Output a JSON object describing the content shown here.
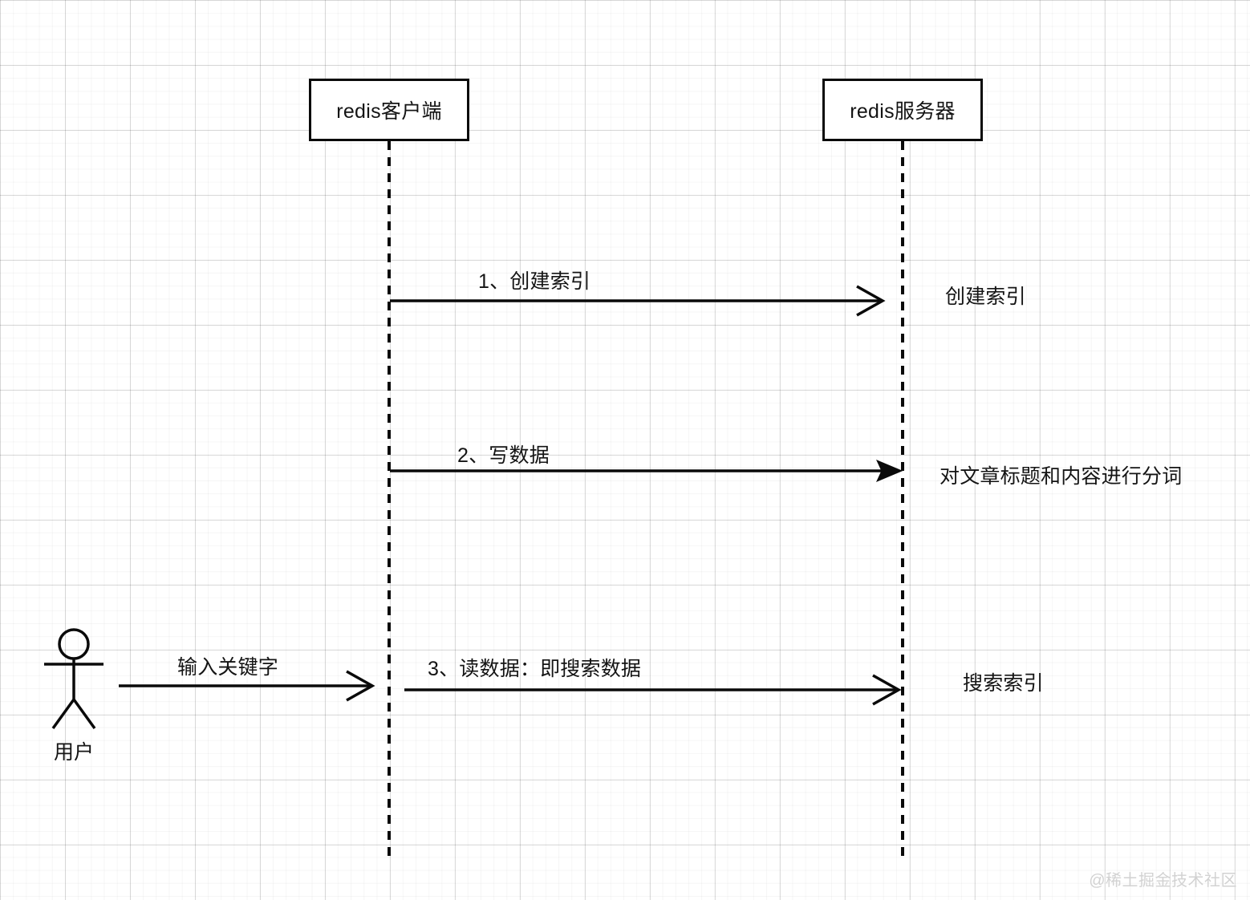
{
  "diagram": {
    "type": "sequence-diagram",
    "background": "#ffffff",
    "grid_color": "#e8e8e8",
    "line_color": "#0a0a0a",
    "participants": [
      {
        "id": "redis-client",
        "label": "redis客户端"
      },
      {
        "id": "redis-server",
        "label": "redis服务器"
      }
    ],
    "actor": {
      "id": "user",
      "label": "用户"
    },
    "messages": [
      {
        "id": "msg-1",
        "label": "1、创建索引",
        "from": "redis-client",
        "to": "redis-server",
        "arrow": "open"
      },
      {
        "id": "msg-2",
        "label": "2、写数据",
        "from": "redis-client",
        "to": "redis-server",
        "arrow": "filled"
      },
      {
        "id": "msg-3",
        "label": "3、读数据：即搜索数据",
        "from": "redis-client",
        "to": "redis-server",
        "arrow": "open"
      },
      {
        "id": "msg-0",
        "label": "输入关键字",
        "from": "user",
        "to": "redis-client",
        "arrow": "open"
      }
    ],
    "notes": [
      {
        "id": "note-1",
        "label": "创建索引"
      },
      {
        "id": "note-2",
        "label": "对文章标题和内容进行分词"
      },
      {
        "id": "note-3",
        "label": "搜索索引"
      }
    ],
    "watermark": "@稀土掘金技术社区"
  }
}
